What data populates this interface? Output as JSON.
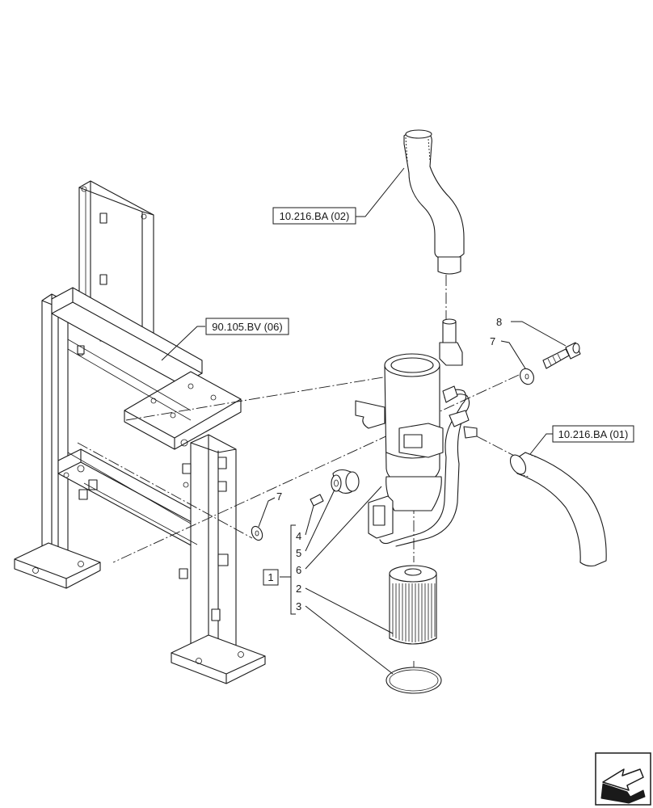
{
  "references": [
    {
      "id": "ref-10216ba-02",
      "label": "10.216.BA (02)"
    },
    {
      "id": "ref-90105bv-06",
      "label": "90.105.BV (06)"
    },
    {
      "id": "ref-10216ba-01",
      "label": "10.216.BA (01)"
    }
  ],
  "callouts": {
    "c8": "8",
    "c7_top": "7",
    "c7_left": "7",
    "c4": "4",
    "c5": "5",
    "c6": "6",
    "c2": "2",
    "c3": "3",
    "assembly": "1"
  },
  "icons": {
    "nav": "next-page-arrow-icon"
  }
}
